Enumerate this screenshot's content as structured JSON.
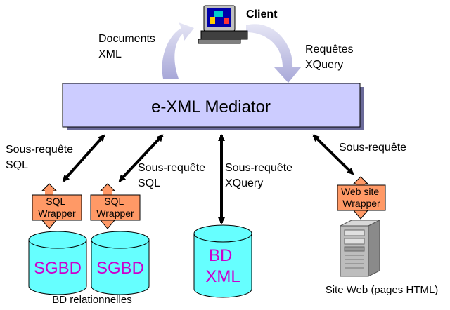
{
  "client": {
    "label": "Client"
  },
  "labels": {
    "documents_xml": [
      "Documents",
      "XML"
    ],
    "requetes_xquery": [
      "Requêtes",
      "XQuery"
    ],
    "sous_requete_sql_left": [
      "Sous-requête",
      "SQL"
    ],
    "sous_requete_sql_middle": [
      "Sous-requête",
      "SQL"
    ],
    "sous_requete_xquery": [
      "Sous-requête",
      "XQuery"
    ],
    "sous_requete_web": "Sous-requête"
  },
  "mediator": {
    "label": "e-XML Mediator"
  },
  "wrappers": {
    "sql_1": [
      "SQL",
      "Wrapper"
    ],
    "sql_2": [
      "SQL",
      "Wrapper"
    ],
    "web": [
      "Web site",
      "Wrapper"
    ]
  },
  "databases": {
    "sgbd_1": "SGBD",
    "sgbd_2": "SGBD",
    "bd_xml": [
      "BD",
      "XML"
    ]
  },
  "captions": {
    "relational": "BD relationnelles",
    "website": "Site Web (pages HTML)"
  },
  "colors": {
    "mediator_fill": "#ccccff",
    "wrapper_fill": "#ff9966",
    "db_fill": "#66ffff",
    "db_text": "#cc00cc",
    "curved_arrow": "#aaaadd"
  }
}
